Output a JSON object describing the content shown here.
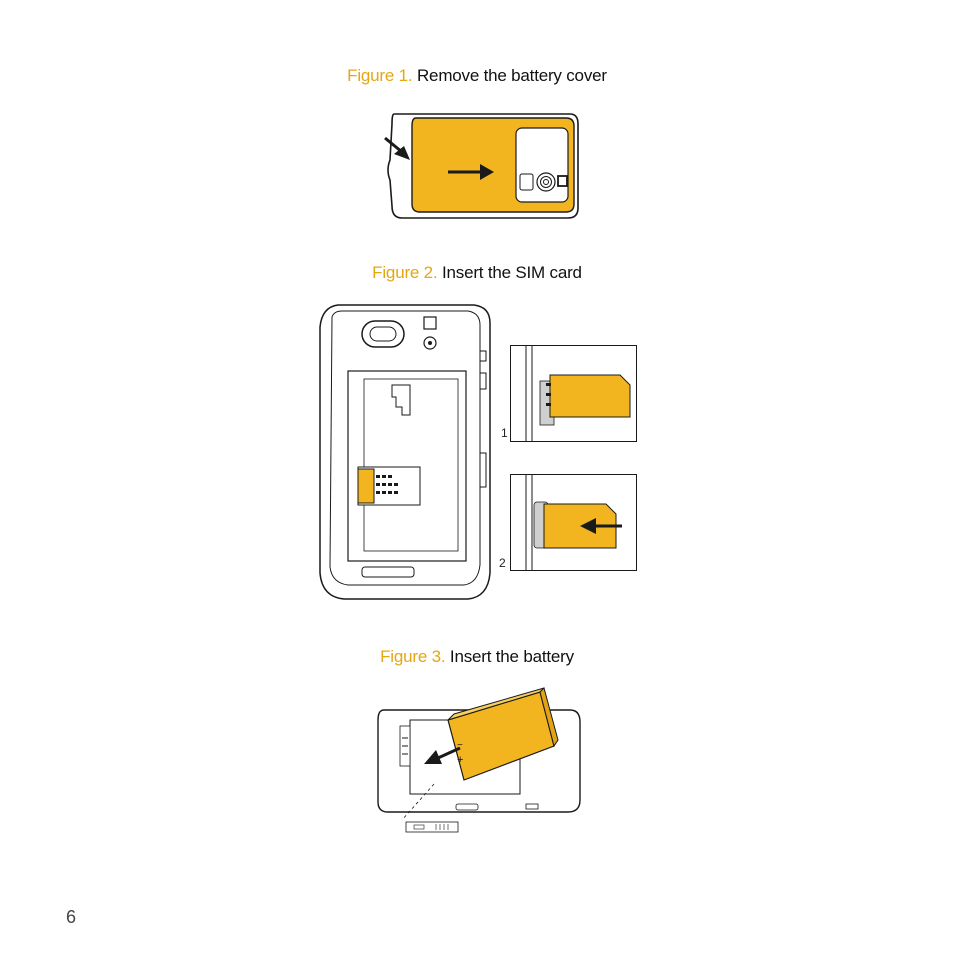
{
  "figures": [
    {
      "number_label": "Figure 1.",
      "caption": "Remove the battery cover"
    },
    {
      "number_label": "Figure 2.",
      "caption": "Insert the SIM card"
    },
    {
      "number_label": "Figure 3.",
      "caption": "Insert the battery"
    }
  ],
  "steps": [
    "1",
    "2"
  ],
  "battery_marks": {
    "minus": "−",
    "plus": "+"
  },
  "page_number": "6",
  "colors": {
    "accent": "#e3a712",
    "part_fill": "#f2b51f",
    "line": "#1a1a1a"
  }
}
